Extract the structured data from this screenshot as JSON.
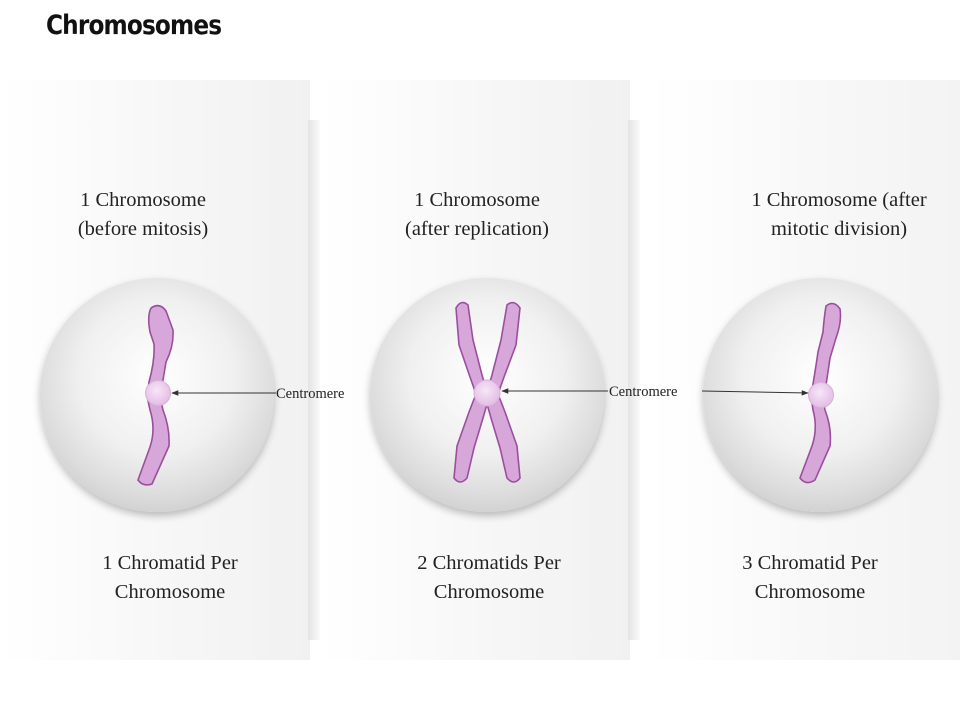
{
  "title": "Chromosomes",
  "panels": [
    {
      "top_label": [
        "1 Chromosome",
        "(before mitosis)"
      ],
      "bottom_label": [
        "1 Chromatid Per",
        "Chromosome"
      ]
    },
    {
      "top_label": [
        "1 Chromosome",
        "(after replication)"
      ],
      "bottom_label": [
        "2 Chromatids Per",
        "Chromosome"
      ]
    },
    {
      "top_label": [
        "1 Chromosome (after",
        "mitotic division)"
      ],
      "bottom_label": [
        "3 Chromatid Per",
        "Chromosome"
      ]
    }
  ],
  "centromere_labels": [
    "Centromere",
    "Centromere"
  ],
  "colors": {
    "chromosome_fill": "#d7a7d9",
    "chromosome_stroke": "#9a4f9e",
    "centromere_fill": "#eccdee",
    "arrow": "#333333"
  }
}
